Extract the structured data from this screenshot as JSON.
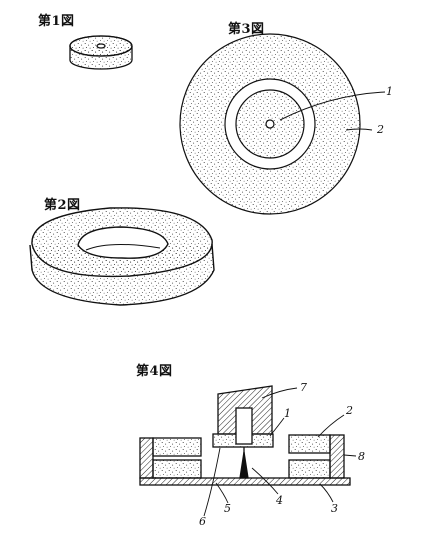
{
  "figures": {
    "fig1": {
      "label": "第1図"
    },
    "fig2": {
      "label": "第2図"
    },
    "fig3": {
      "label": "第3図",
      "callouts": [
        "1",
        "2"
      ]
    },
    "fig4": {
      "label": "第4図",
      "callouts": [
        "7",
        "1",
        "2",
        "8",
        "3",
        "4",
        "5",
        "6"
      ]
    }
  }
}
